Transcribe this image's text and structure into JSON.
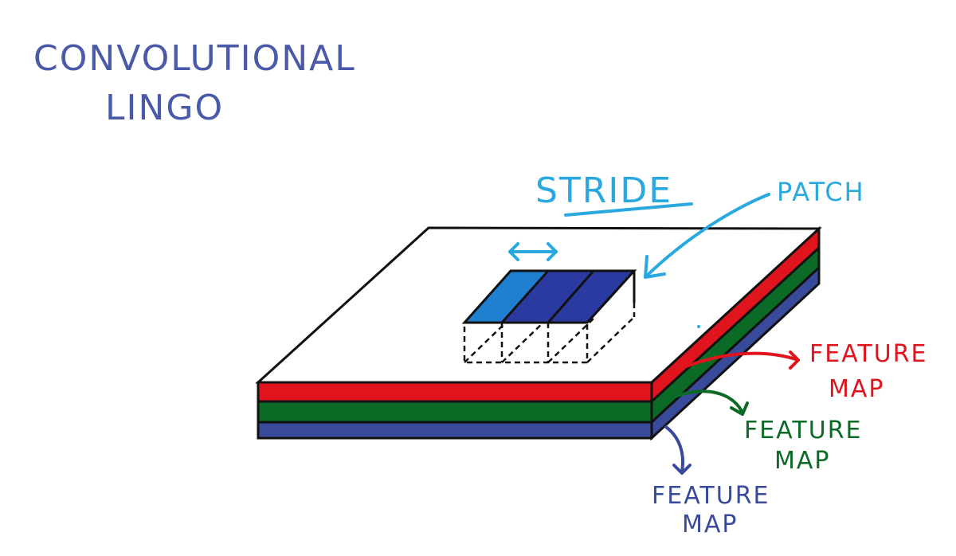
{
  "title": {
    "line1": "CONVOLUTIONAL",
    "line2": "LINGO"
  },
  "labels": {
    "stride": "STRIDE",
    "patch": "PATCH",
    "feature_map_red": {
      "line1": "FEATURE",
      "line2": "MAP"
    },
    "feature_map_green": {
      "line1": "FEATURE",
      "line2": "MAP"
    },
    "feature_map_blue": {
      "line1": "FEATURE",
      "line2": "MAP"
    }
  },
  "colors": {
    "title": "#4a5aa8",
    "stride": "#2aa8e0",
    "patch": "#2aa8e0",
    "layer_red": "#e0141c",
    "layer_green": "#0a6a26",
    "layer_blue": "#3a4a9a",
    "patch_light": "#1f7fd0",
    "patch_dark": "#2a3aa0",
    "outline": "#111111"
  }
}
